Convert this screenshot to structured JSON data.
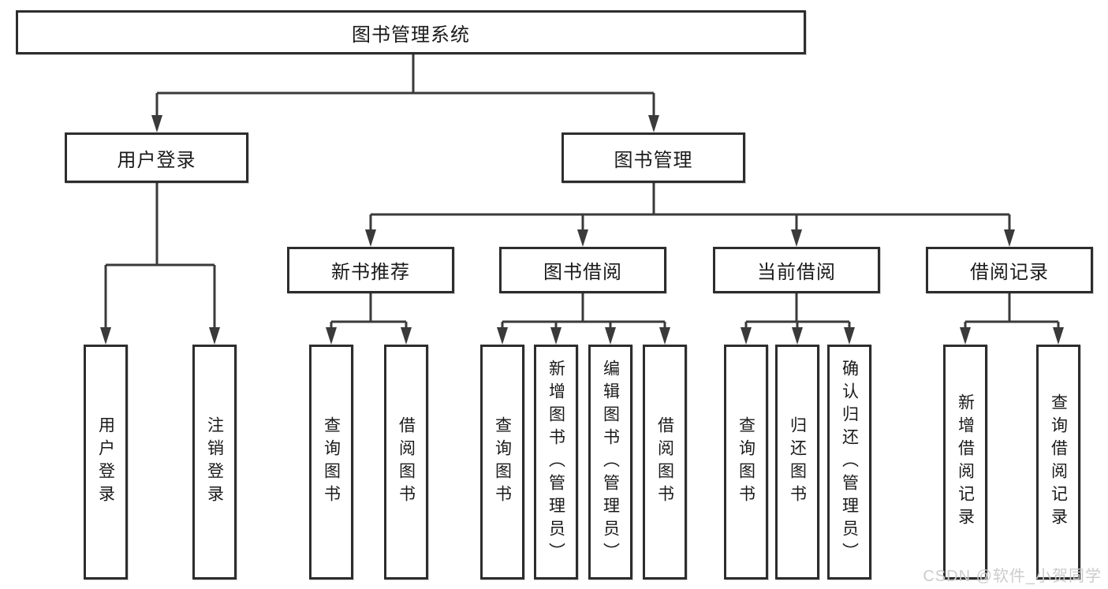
{
  "diagram": {
    "root": {
      "label": "图书管理系统"
    },
    "branches": [
      {
        "label": "用户登录",
        "children": [
          {
            "label": "用户登录"
          },
          {
            "label": "注销登录"
          }
        ]
      },
      {
        "label": "图书管理",
        "children": [
          {
            "label": "新书推荐",
            "children": [
              {
                "label": "查询图书"
              },
              {
                "label": "借阅图书"
              }
            ]
          },
          {
            "label": "图书借阅",
            "children": [
              {
                "label": "查询图书"
              },
              {
                "label": "新增图书（管理员）"
              },
              {
                "label": "编辑图书（管理员）"
              },
              {
                "label": "借阅图书"
              }
            ]
          },
          {
            "label": "当前借阅",
            "children": [
              {
                "label": "查询图书"
              },
              {
                "label": "归还图书"
              },
              {
                "label": "确认归还（管理员）"
              }
            ]
          },
          {
            "label": "借阅记录",
            "children": [
              {
                "label": "新增借阅记录"
              },
              {
                "label": "查询借阅记录"
              }
            ]
          }
        ]
      }
    ]
  },
  "colors": {
    "line": "#3a3a3a",
    "border": "#2d2d2d",
    "text": "#1a1a1a",
    "watermark": "#cccccc"
  },
  "watermark": {
    "text": "CSDN @软件_小贺同学"
  }
}
